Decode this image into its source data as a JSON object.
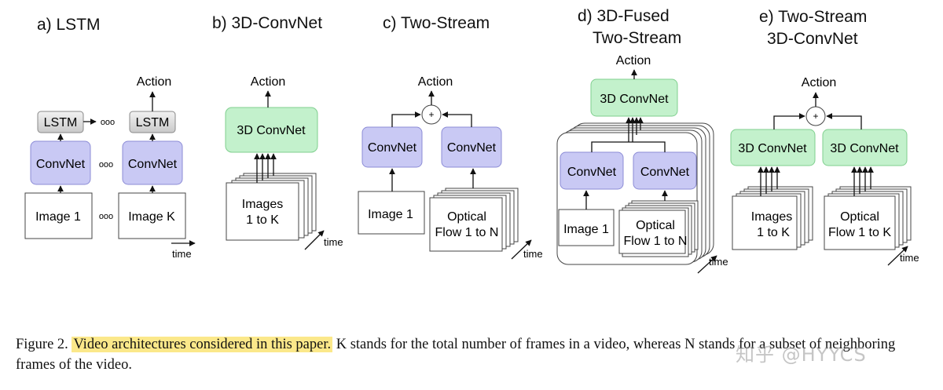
{
  "panels": {
    "a": {
      "title": "a) LSTM",
      "action": "Action",
      "lstm1": "LSTM",
      "lstm2": "LSTM",
      "convnet1": "ConvNet",
      "convnet2": "ConvNet",
      "image1": "Image 1",
      "image2": "Image K",
      "ellipsis": "ooo",
      "time": "time"
    },
    "b": {
      "title": "b) 3D-ConvNet",
      "action": "Action",
      "convnet": "3D ConvNet",
      "images_line1": "Images",
      "images_line2": "1 to K",
      "time": "time"
    },
    "c": {
      "title": "c) Two-Stream",
      "action": "Action",
      "plus": "+",
      "convnet1": "ConvNet",
      "convnet2": "ConvNet",
      "image": "Image 1",
      "flow_line1": "Optical",
      "flow_line2": "Flow 1 to N",
      "time": "time"
    },
    "d": {
      "title_line1": "d) 3D-Fused",
      "title_line2": "Two-Stream",
      "action": "Action",
      "convnet3d": "3D ConvNet",
      "convnet1": "ConvNet",
      "convnet2": "ConvNet",
      "image": "Image 1",
      "flow_line1": "Optical",
      "flow_line2": "Flow 1 to N",
      "time": "time"
    },
    "e": {
      "title_line1": "e) Two-Stream",
      "title_line2": "3D-ConvNet",
      "action": "Action",
      "plus": "+",
      "convnet1": "3D ConvNet",
      "convnet2": "3D ConvNet",
      "images_line1": "Images",
      "images_line2": "1 to K",
      "flow_line1": "Optical",
      "flow_line2": "Flow 1 to K",
      "time": "time"
    }
  },
  "caption": {
    "label": "Figure 2.",
    "highlight": "Video architectures considered in this paper.",
    "rest": " K stands for the total number of frames in a video, whereas N stands for a subset of neighboring frames of the video."
  },
  "watermark": "知乎 @HYYCS",
  "colors": {
    "convnet_fill": "#c9c9f4",
    "convnet_stroke": "#8c8cd6",
    "conv3d_fill": "#c3f1cc",
    "conv3d_stroke": "#7fcf8e",
    "lstm_fill": "#dedede",
    "lstm_stroke": "#8a8a8a",
    "highlight": "#fbe88a"
  }
}
